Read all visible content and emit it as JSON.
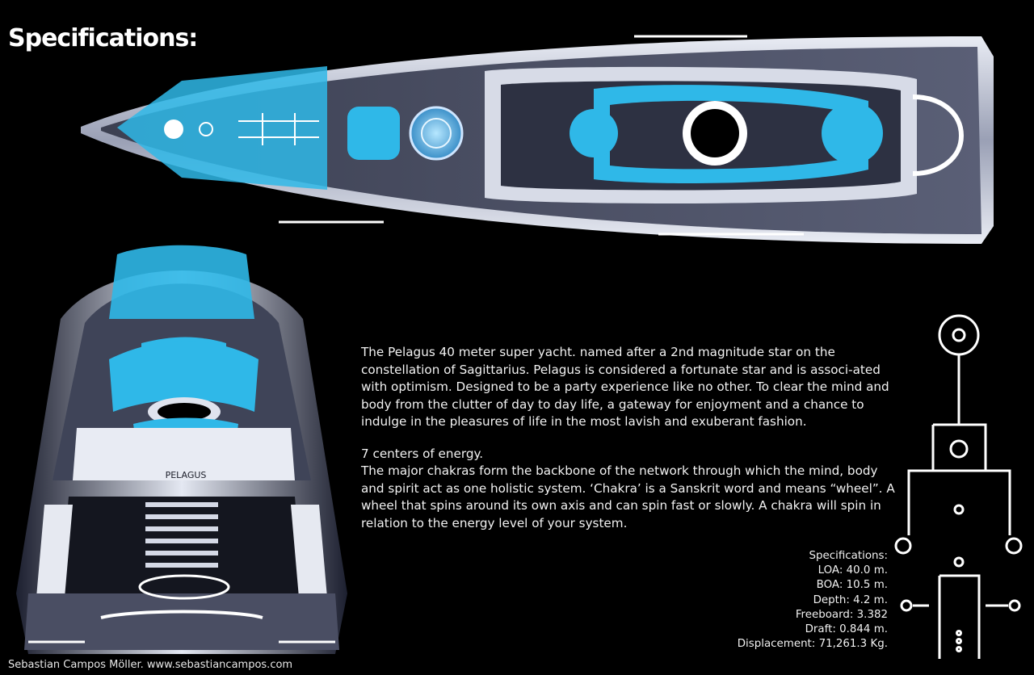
{
  "page": {
    "title": "Specifications:"
  },
  "description": {
    "paragraph_1": "The Pelagus 40 meter super yacht. named after a 2nd magnitude star on the constellation of Sagittarius. Pelagus is considered a fortunate star and is associ-ated with optimism. Designed to be a party experience like no other. To clear the mind and body from the clutter of day to day life, a gateway for enjoyment and a chance to indulge in the pleasures of life in the most lavish and exuberant fashion.",
    "subheading": "7 centers of energy.",
    "paragraph_2": "The major chakras form the backbone of the network through which the mind, body and spirit act as one holistic system. ‘Chakra’ is a Sanskrit word and means “wheel”. A wheel that spins around its own axis and can spin fast or slowly. A chakra will spin in relation to the energy level of your system."
  },
  "specs": {
    "heading": "Specifications:",
    "items": [
      "LOA: 40.0 m.",
      "BOA: 10.5 m.",
      "Depth: 4.2 m.",
      "Freeboard: 3.382",
      "Draft: 0.844 m.",
      "Displacement: 71,261.3 Kg."
    ]
  },
  "yacht": {
    "logo_text": "PELAGUS"
  },
  "credit": "Sebastian Campos Möller. www.sebastiancampos.com",
  "colors": {
    "accent": "#2fb8e8",
    "deck": "#4a4e63",
    "hull": "#dfe3ee",
    "background": "#000000"
  }
}
